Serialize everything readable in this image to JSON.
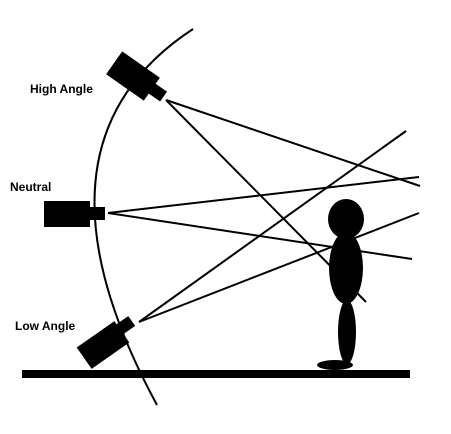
{
  "labels": {
    "high_angle": "High Angle",
    "neutral": "Neutral",
    "low_angle": "Low Angle"
  },
  "colors": {
    "ink": "#000000",
    "background": "#ffffff"
  }
}
